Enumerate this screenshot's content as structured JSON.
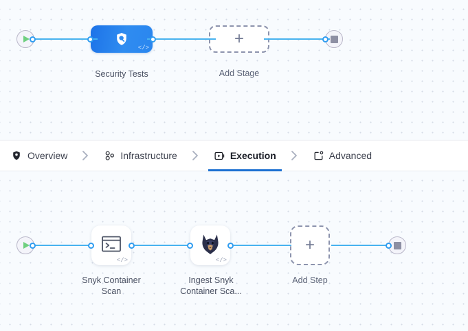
{
  "theme": {
    "canvas_bg": "#f8fbfe",
    "dot_color": "#d5dbe6",
    "connector_color": "#47b2ef",
    "port_color": "#2f9cf0",
    "stage_node_color": "#2f8cf0",
    "active_tab_underline": "#1b6fd1",
    "play_green": "#6fcf7f",
    "stop_gray": "#8d8fa3"
  },
  "stage_canvas": {
    "start_node": {
      "name": "pipeline-start",
      "icon": "play-icon"
    },
    "end_node": {
      "name": "pipeline-end",
      "icon": "stop-icon"
    },
    "stages": [
      {
        "label": "Security Tests",
        "icon": "shield-search-icon",
        "badge": "</>",
        "type": "stage"
      },
      {
        "label": "Add Stage",
        "icon": "plus-icon",
        "type": "add-placeholder"
      }
    ]
  },
  "tabs": {
    "items": [
      {
        "label": "Overview",
        "icon": "shield-icon",
        "active": false
      },
      {
        "label": "Infrastructure",
        "icon": "nodes-icon",
        "active": false
      },
      {
        "label": "Execution",
        "icon": "play-box-icon",
        "active": true
      },
      {
        "label": "Advanced",
        "icon": "box-gear-icon",
        "active": false
      }
    ],
    "separator": "chevron-right-icon"
  },
  "step_canvas": {
    "start_node": {
      "name": "execution-start",
      "icon": "play-icon"
    },
    "end_node": {
      "name": "execution-end",
      "icon": "stop-icon"
    },
    "steps": [
      {
        "label": "Snyk Container Scan",
        "label_line1": "Snyk Container",
        "label_line2": "Scan",
        "icon": "terminal-icon",
        "badge": "</>",
        "type": "step"
      },
      {
        "label": "Ingest Snyk Container Sca...",
        "label_line1": "Ingest Snyk",
        "label_line2": "Container Sca...",
        "icon": "snyk-dog-icon",
        "badge": "</>",
        "type": "step"
      },
      {
        "label": "Add Step",
        "icon": "plus-icon",
        "type": "add-placeholder"
      }
    ]
  }
}
